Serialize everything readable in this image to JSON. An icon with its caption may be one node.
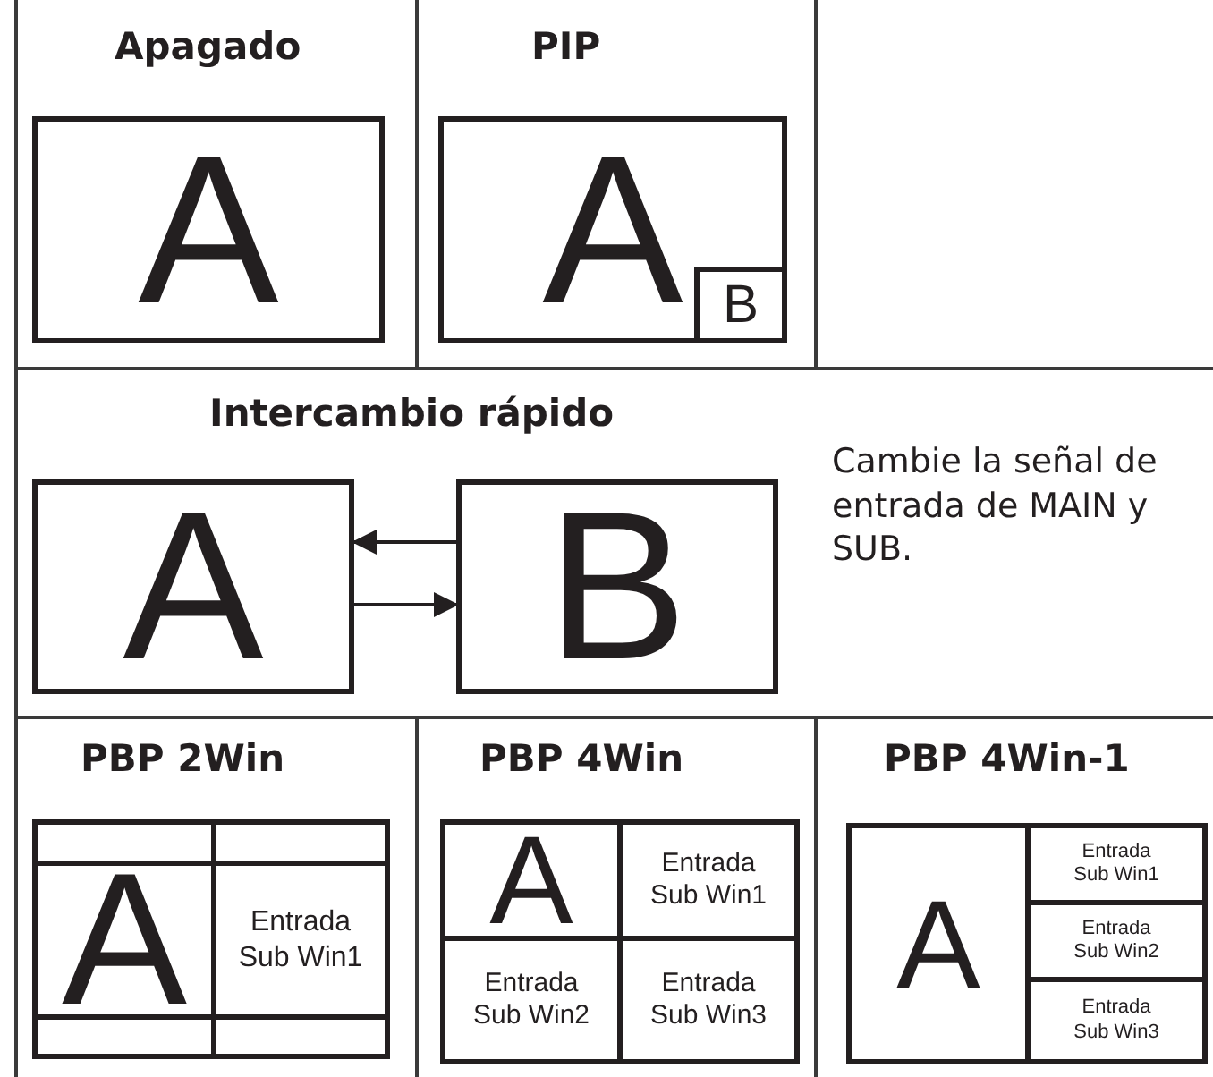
{
  "diagram": {
    "nodes": [
      {
        "text": [
          "A"
        ]
      },
      {
        "text": [
          "A"
        ]
      },
      {
        "text": [
          "B"
        ],
        "in": 1
      },
      {
        "text": [
          "A"
        ]
      },
      {
        "text": [
          "B"
        ]
      },
      {
        "text": [],
        "shape": "box"
      },
      {
        "text": [
          "A"
        ],
        "in": 5
      },
      {
        "text": [
          "Entrada Sub Win1"
        ],
        "in": 5
      },
      {
        "text": [],
        "shape": "box"
      },
      {
        "text": [
          "A"
        ],
        "in": 8
      },
      {
        "text": [
          "Entrada Sub Win1"
        ],
        "in": 8
      },
      {
        "text": [
          "Entrada Sub Win2"
        ],
        "in": 8
      },
      {
        "text": [
          "Entrada Sub Win3"
        ],
        "in": 8
      },
      {
        "text": [],
        "shape": "box"
      },
      {
        "text": [
          "A"
        ],
        "in": 13
      },
      {
        "text": [
          "Entrada Sub Win1"
        ],
        "in": 13
      },
      {
        "text": [
          "Entrada Sub Win2"
        ],
        "in": 13
      },
      {
        "text": [
          "Entrada Sub Win3"
        ],
        "in": 13
      }
    ],
    "edges": [
      {
        "from": 4,
        "to": 3,
        "arrow": "to"
      },
      {
        "from": 3,
        "to": 4,
        "arrow": "to"
      }
    ],
    "labels": [
      "Apagado",
      "PIP",
      "Intercambio rápido",
      "Cambie la señal de entrada de MAIN y SUB.",
      "PBP 2Win",
      "PBP 4Win",
      "PBP 4Win-1"
    ]
  }
}
